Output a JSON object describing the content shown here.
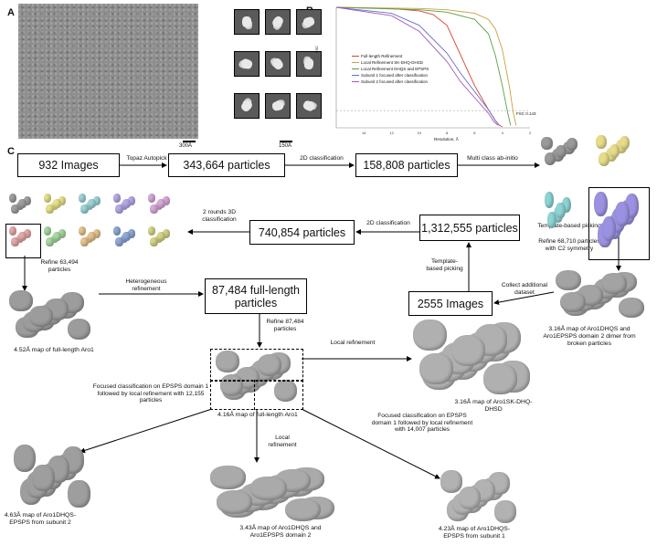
{
  "panels": {
    "a": "A",
    "b": "B",
    "c": "C"
  },
  "panel_a": {
    "scale_left": "300Å",
    "scale_right": "150Å"
  },
  "panel_b": {
    "ylabel": "FSC",
    "xlabel": "Resolution, Å",
    "fsc_threshold_label": "FSC 0.143",
    "legend": [
      {
        "label": "Full-length Refinement",
        "color": "#d9412e"
      },
      {
        "label": "Local Refinement SK-DHQ-DHSD",
        "color": "#c9a13d"
      },
      {
        "label": "Local Refinement DHQS and EPSPS",
        "color": "#5a9e4b"
      },
      {
        "label": "Subunit 1 focused after classification",
        "color": "#6a6acf"
      },
      {
        "label": "Subunit 2 focused after classification",
        "color": "#9c5fb5"
      }
    ],
    "x_ticks": [
      "14",
      "12",
      "10",
      "8",
      "6",
      "4",
      "2"
    ]
  },
  "boxes": {
    "images932": "932 Images",
    "p343": "343,664 particles",
    "p158": "158,808 particles",
    "p1312": "1,312,555 particles",
    "p740": "740,854 particles",
    "fulllength": "87,484 full-length particles",
    "images2555": "2555 Images"
  },
  "labels": {
    "topaz": "Topaz Autopick",
    "class2d_1": "2D classification",
    "multiclass": "Multi class ab-initio",
    "class2d_2": "2D classification",
    "rounds3d": "2 rounds 3D classification",
    "template_picking": "Template-based picking",
    "refine68710": "Refine 68,710 particles with C2 symmetry",
    "refine63494": "Refine 63,494 particles",
    "heterogeneous": "Heterogeneous refinement",
    "template_based_picking2": "Template-based picking",
    "collect_dataset": "Collect additional dataset",
    "refine87484": "Refine 87,484 particles",
    "local_refinement": "Local refinement",
    "focused_left": "Focused classification on EPSPS domain 1 followed by local refinement with 12,155 particles",
    "focused_right": "Focused classification on EPSPS domain 1 followed by local refinement with 14,007 particles",
    "local_refinement2": "Local refinement"
  },
  "captions": {
    "map452": "4.52Å map of full-length Aro1",
    "map316_dimer": "3.16Å map of Aro1DHQS and Aro1EPSPS domain 2 dimer from broken particles",
    "map416": "4.16Å map of full-length Aro1",
    "map316_sk": "3.16Å map of Aro1SK-DHQ-DHSD",
    "map463": "4.63Å map of Aro1DHQS-EPSPS from subunit 2",
    "map343": "3.43Å map of Aro1DHQS and Aro1EPSPS domain 2",
    "map423": "4.23Å map of Aro1DHQS-EPSPS from subunit 1"
  },
  "chart_data": {
    "type": "line",
    "xlabel": "Resolution, Å",
    "ylabel": "FSC",
    "x_ticks": [
      14,
      12,
      10,
      8,
      6,
      4,
      2
    ],
    "series": [
      {
        "name": "Full-length Refinement",
        "x": [
          16,
          12,
          10,
          9,
          8,
          7,
          6,
          5,
          4.5,
          4.2,
          4
        ],
        "y": [
          1,
          0.99,
          0.97,
          0.94,
          0.85,
          0.6,
          0.35,
          0.15,
          0.06,
          0.02,
          0.01
        ]
      },
      {
        "name": "Local Refinement SK-DHQ-DHSD",
        "x": [
          16,
          10,
          8,
          6,
          5,
          4.5,
          4,
          3.5,
          3.2,
          3
        ],
        "y": [
          1,
          0.99,
          0.98,
          0.95,
          0.9,
          0.82,
          0.65,
          0.35,
          0.12,
          0.02
        ]
      },
      {
        "name": "Local Refinement DHQS and EPSPS",
        "x": [
          16,
          10,
          8,
          6,
          5,
          4.5,
          4,
          3.6,
          3.4
        ],
        "y": [
          1,
          0.98,
          0.96,
          0.9,
          0.78,
          0.6,
          0.35,
          0.12,
          0.02
        ]
      },
      {
        "name": "Subunit 1 focused after classification",
        "x": [
          16,
          12,
          10,
          8,
          7,
          6,
          5,
          4.5,
          4.2
        ],
        "y": [
          1,
          0.95,
          0.85,
          0.62,
          0.45,
          0.3,
          0.15,
          0.06,
          0.02
        ]
      },
      {
        "name": "Subunit 2 focused after classification",
        "x": [
          16,
          12,
          10,
          8,
          7,
          6,
          5,
          4.6,
          4.3
        ],
        "y": [
          1,
          0.93,
          0.8,
          0.55,
          0.38,
          0.25,
          0.12,
          0.05,
          0.02
        ]
      }
    ],
    "threshold": 0.143
  }
}
